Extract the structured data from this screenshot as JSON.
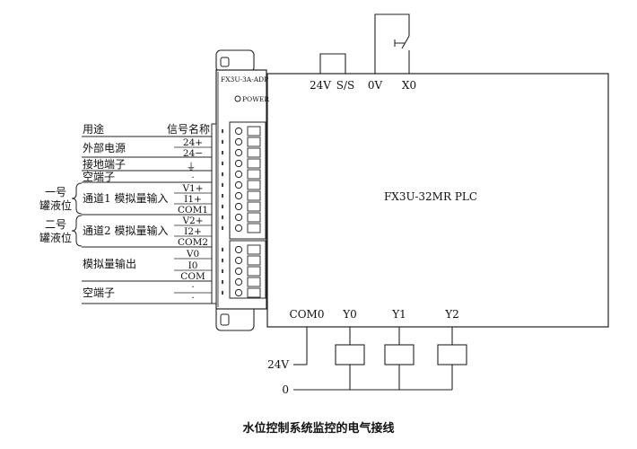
{
  "adapter": {
    "model": "FX3U-3A-ADP",
    "power_label": "POWER"
  },
  "plc": {
    "model": "FX3U-32MR PLC",
    "top_terminals": [
      "24V",
      "S/S",
      "0V",
      "X0"
    ],
    "bottom_terminals": [
      "COM0",
      "Y0",
      "Y1",
      "Y2"
    ]
  },
  "table": {
    "headers": [
      "用途",
      "信号名称"
    ],
    "rows": [
      {
        "usage": "外部电源",
        "signals": [
          "24+",
          "24−"
        ]
      },
      {
        "usage": "接地端子",
        "signals": [
          "⏚"
        ]
      },
      {
        "usage": "空端子",
        "signals": [
          "·"
        ]
      },
      {
        "usage": "通道1  模拟量输入",
        "signals": [
          "V1+",
          "I1+",
          "COM1"
        ]
      },
      {
        "usage": "通道2  模拟量输入",
        "signals": [
          "V2+",
          "I2+",
          "COM2"
        ]
      },
      {
        "usage": "模拟量输出",
        "signals": [
          "V0",
          "I0",
          "COM"
        ]
      },
      {
        "usage": "空端子",
        "signals": [
          "·",
          "·"
        ]
      }
    ]
  },
  "tanks": {
    "tank1": [
      "一号",
      "罐液位"
    ],
    "tank2": [
      "二号",
      "罐液位"
    ]
  },
  "supply": {
    "v24": "24V",
    "zero": "0"
  },
  "caption": "水位控制系统监控的电气接线"
}
